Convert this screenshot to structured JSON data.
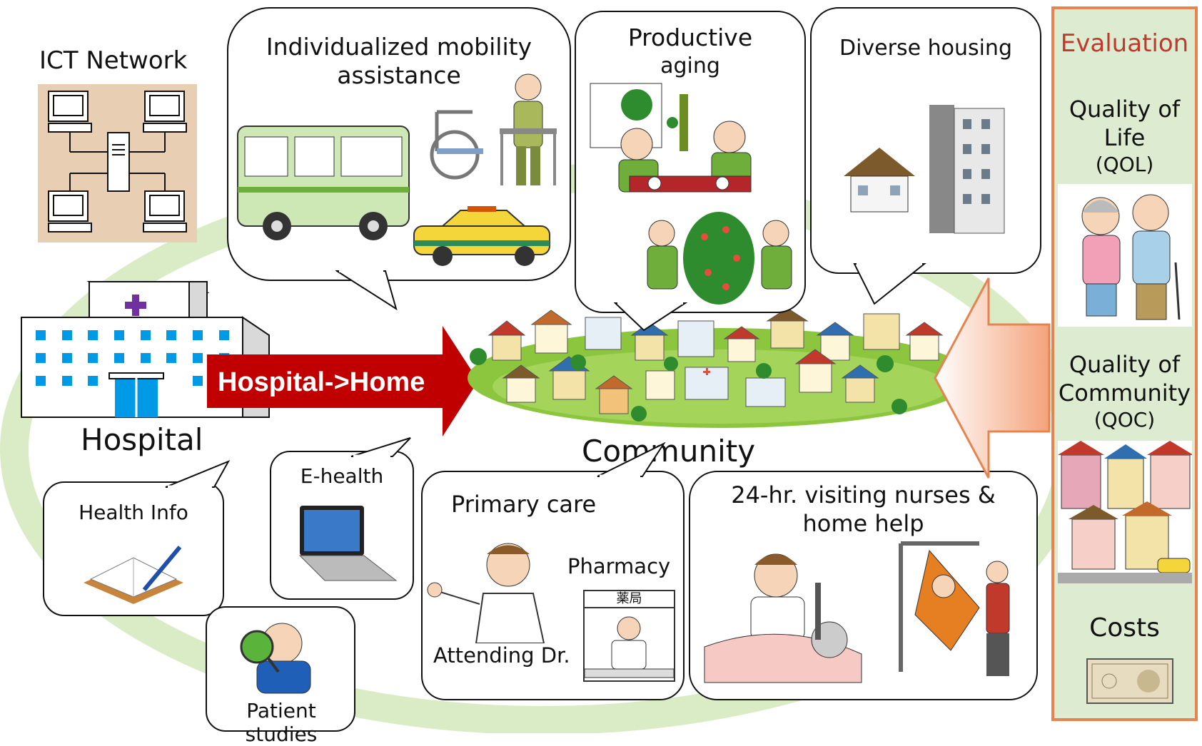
{
  "ict": {
    "title": "ICT Network"
  },
  "hospital": {
    "label": "Hospital"
  },
  "arrow": {
    "label": "Hospital->Home"
  },
  "community": {
    "label": "Community"
  },
  "bubbles": {
    "mobility": "Individualized mobility assistance",
    "aging_line1": "Productive",
    "aging_line2": "aging",
    "housing": "Diverse housing",
    "health_info": "Health Info",
    "ehealth": "E-health",
    "patient_studies": "Patient studies",
    "primary_care": "Primary care",
    "pharmacy": "Pharmacy",
    "attending": "Attending Dr.",
    "pharmacy_sign": "薬局",
    "nurses": "24-hr. visiting nurses & home help"
  },
  "evaluation": {
    "title": "Evaluation",
    "qol_line1": "Quality of",
    "qol_line2": "Life",
    "qol_abbr": "(QOL)",
    "qoc_line1": "Quality of",
    "qoc_line2": "Community",
    "qoc_abbr": "(QOC)",
    "costs": "Costs"
  },
  "colors": {
    "arrow": "#c00000",
    "hospital_cross": "#7030a0",
    "hospital_windows": "#0099e6",
    "evaluation_border": "#e6844f",
    "evaluation_title": "#c0392b",
    "ellipse": "#cfe6b6"
  }
}
